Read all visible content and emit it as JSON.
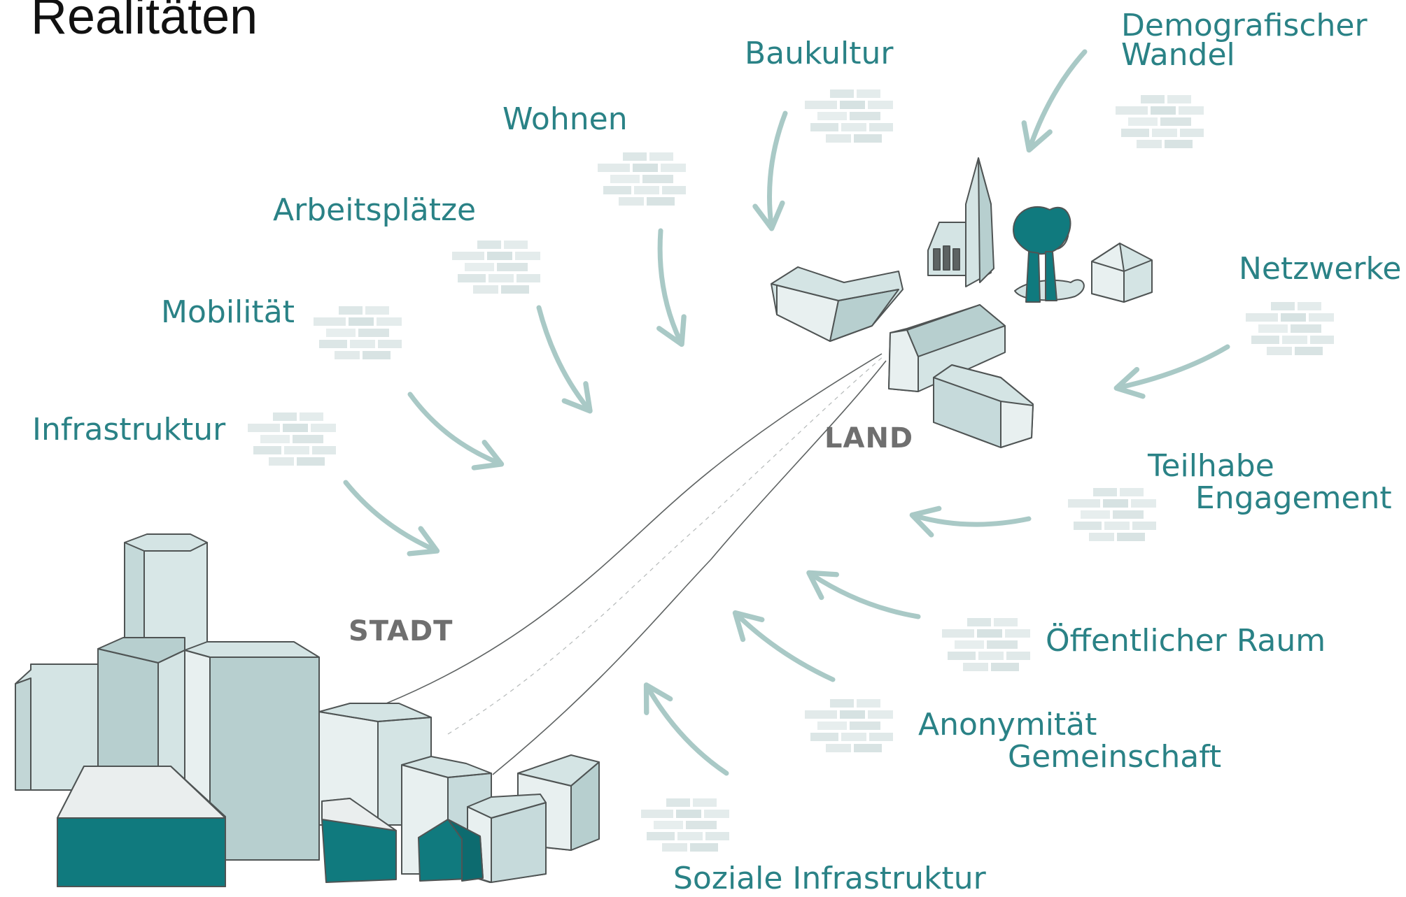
{
  "title": "Realitäten",
  "places": {
    "land": "LAND",
    "stadt": "STADT"
  },
  "topics": {
    "baukultur": "Baukultur",
    "demografie_line1": "Demografischer",
    "demografie_line2": "Wandel",
    "wohnen": "Wohnen",
    "arbeitsplaetze": "Arbeitsplätze",
    "mobilitaet": "Mobilität",
    "infrastruktur": "Infrastruktur",
    "netzwerke": "Netzwerke",
    "teilhabe_line1": "Teilhabe",
    "teilhabe_line2": "Engagement",
    "oeffentlicher_raum": "Öffentlicher Raum",
    "anonymitaet_line1": "Anonymität",
    "anonymitaet_line2": "Gemeinschaft",
    "soziale_infrastruktur": "Soziale Infrastruktur"
  },
  "colors": {
    "accent": "#2a8286",
    "teal_dark": "#107a7e",
    "building_fill": "#d4e4e4",
    "building_shade": "#b7cfcf",
    "arrow": "#a9c9c6",
    "brick": "#dde7e7",
    "label_gray": "#6f6f6f"
  }
}
